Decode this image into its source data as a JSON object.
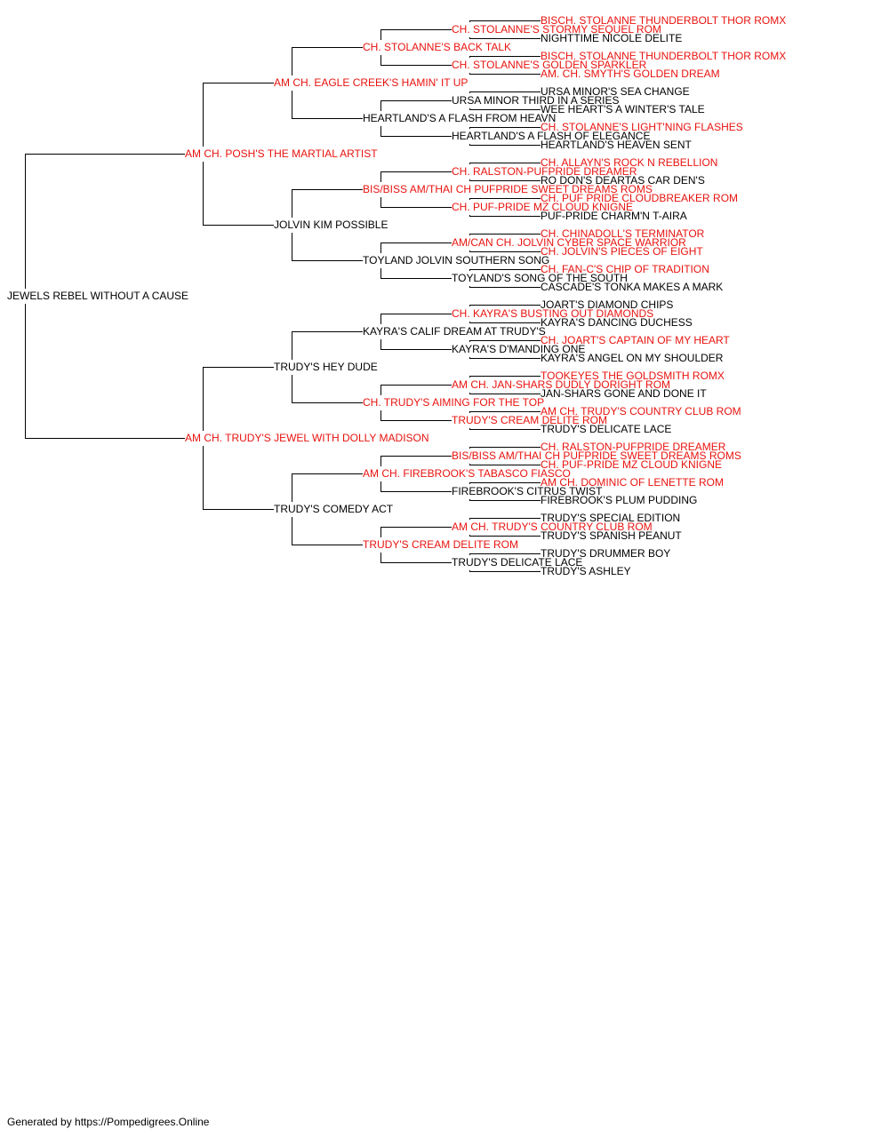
{
  "colors": {
    "titled": "#e8130f",
    "plain": "#000000",
    "line": "#000000"
  },
  "pedigree": {
    "name": "JEWELS REBEL WITHOUT A CAUSE",
    "titled": false,
    "sire": {
      "name": "AM CH. POSH'S THE MARTIAL ARTIST",
      "titled": true,
      "sire": {
        "name": "AM CH. EAGLE CREEK'S HAMIN' IT UP",
        "titled": true,
        "sire": {
          "name": "CH. STOLANNE'S BACK TALK",
          "titled": true,
          "sire": {
            "name": "CH. STOLANNE'S STORMY SEQUEL ROM",
            "titled": true,
            "sire": {
              "name": "BISCH. STOLANNE THUNDERBOLT THOR ROMX",
              "titled": true
            },
            "dam": {
              "name": "NIGHTTIME NICOLE DELITE",
              "titled": false
            }
          },
          "dam": {
            "name": "CH. STOLANNE'S GOLDEN SPARKLER",
            "titled": true,
            "sire": {
              "name": "BISCH. STOLANNE THUNDERBOLT THOR ROMX",
              "titled": true
            },
            "dam": {
              "name": "AM. CH. SMYTH'S GOLDEN DREAM",
              "titled": true
            }
          }
        },
        "dam": {
          "name": "HEARTLAND'S A FLASH FROM HEAVN",
          "titled": false,
          "sire": {
            "name": "URSA MINOR THIRD IN A SERIES",
            "titled": false,
            "sire": {
              "name": "URSA MINOR'S SEA CHANGE",
              "titled": false
            },
            "dam": {
              "name": "WEE HEART'S A WINTER'S TALE",
              "titled": false
            }
          },
          "dam": {
            "name": "HEARTLAND'S A FLASH OF ELEGANCE",
            "titled": false,
            "sire": {
              "name": "CH. STOLANNE'S LIGHT'NING FLASHES",
              "titled": true
            },
            "dam": {
              "name": "HEARTLAND'S HEAVEN SENT",
              "titled": false
            }
          }
        }
      },
      "dam": {
        "name": "JOLVIN KIM POSSIBLE",
        "titled": false,
        "sire": {
          "name": "BIS/BISS AM/THAI CH PUFPRIDE SWEET DREAMS ROMS",
          "titled": true,
          "sire": {
            "name": "CH. RALSTON-PUFPRIDE DREAMER",
            "titled": true,
            "sire": {
              "name": "CH. ALLAYN'S ROCK N REBELLION",
              "titled": true
            },
            "dam": {
              "name": "RO DON'S DEARTAS CAR DEN'S",
              "titled": false
            }
          },
          "dam": {
            "name": "CH. PUF-PRIDE MZ CLOUD KNIGNE",
            "titled": true,
            "sire": {
              "name": "CH. PUF PRIDE CLOUDBREAKER ROM",
              "titled": true
            },
            "dam": {
              "name": "PUF-PRIDE CHARM'N T-AIRA",
              "titled": false
            }
          }
        },
        "dam": {
          "name": "TOYLAND JOLVIN SOUTHERN SONG",
          "titled": false,
          "sire": {
            "name": "AM/CAN CH. JOLVIN CYBER SPACE WARRIOR",
            "titled": true,
            "sire": {
              "name": "CH. CHINADOLL'S TERMINATOR",
              "titled": true
            },
            "dam": {
              "name": "CH. JOLVIN'S PIECES OF EIGHT",
              "titled": true
            }
          },
          "dam": {
            "name": "TOYLAND'S SONG OF THE SOUTH",
            "titled": false,
            "sire": {
              "name": "CH. FAN-C'S CHIP OF TRADITION",
              "titled": true
            },
            "dam": {
              "name": "CASCADE'S TONKA MAKES A MARK",
              "titled": false
            }
          }
        }
      }
    },
    "dam": {
      "name": "AM CH. TRUDY'S JEWEL WITH DOLLY MADISON",
      "titled": true,
      "sire": {
        "name": "TRUDY'S HEY DUDE",
        "titled": false,
        "sire": {
          "name": "KAYRA'S CALIF DREAM AT TRUDY'S",
          "titled": false,
          "sire": {
            "name": "CH. KAYRA'S BUSTING OUT DIAMONDS",
            "titled": true,
            "sire": {
              "name": "JOART'S DIAMOND CHIPS",
              "titled": false
            },
            "dam": {
              "name": "KAYRA'S DANCING DUCHESS",
              "titled": false
            }
          },
          "dam": {
            "name": "KAYRA'S D'MANDING ONE",
            "titled": false,
            "sire": {
              "name": "CH. JOART'S CAPTAIN OF MY HEART",
              "titled": true
            },
            "dam": {
              "name": "KAYRA'S ANGEL ON MY SHOULDER",
              "titled": false
            }
          }
        },
        "dam": {
          "name": "CH. TRUDY'S AIMING FOR THE TOP",
          "titled": true,
          "sire": {
            "name": "AM CH. JAN-SHARS DUDLY DORIGHT ROM",
            "titled": true,
            "sire": {
              "name": "TOOKEYES THE GOLDSMITH ROMX",
              "titled": true
            },
            "dam": {
              "name": "JAN-SHARS GONE AND DONE IT",
              "titled": false
            }
          },
          "dam": {
            "name": "TRUDY'S CREAM DELITE ROM",
            "titled": true,
            "sire": {
              "name": "AM CH. TRUDY'S COUNTRY CLUB ROM",
              "titled": true
            },
            "dam": {
              "name": "TRUDY'S DELICATE LACE",
              "titled": false
            }
          }
        }
      },
      "dam": {
        "name": "TRUDY'S COMEDY ACT",
        "titled": false,
        "sire": {
          "name": "AM CH. FIREBROOK'S TABASCO FIASCO",
          "titled": true,
          "sire": {
            "name": "BIS/BISS AM/THAI CH PUFPRIDE SWEET DREAMS ROMS",
            "titled": true,
            "sire": {
              "name": "CH. RALSTON-PUFPRIDE DREAMER",
              "titled": true
            },
            "dam": {
              "name": "CH. PUF-PRIDE MZ CLOUD KNIGNE",
              "titled": true
            }
          },
          "dam": {
            "name": "FIREBROOK'S CITRUS TWIST",
            "titled": false,
            "sire": {
              "name": "AM CH. DOMINIC OF LENETTE ROM",
              "titled": true
            },
            "dam": {
              "name": "FIREBROOK'S PLUM PUDDING",
              "titled": false
            }
          }
        },
        "dam": {
          "name": "TRUDY'S CREAM DELITE ROM",
          "titled": true,
          "sire": {
            "name": "AM CH. TRUDY'S COUNTRY CLUB ROM",
            "titled": true,
            "sire": {
              "name": "TRUDY'S SPECIAL EDITION",
              "titled": false
            },
            "dam": {
              "name": "TRUDY'S SPANISH PEANUT",
              "titled": false
            }
          },
          "dam": {
            "name": "TRUDY'S DELICATE LACE",
            "titled": false,
            "sire": {
              "name": "TRUDY'S DRUMMER BOY",
              "titled": false
            },
            "dam": {
              "name": "TRUDY'S ASHLEY",
              "titled": false
            }
          }
        }
      }
    }
  },
  "footer": {
    "text": "Generated by https://Pompedigrees.Online"
  }
}
